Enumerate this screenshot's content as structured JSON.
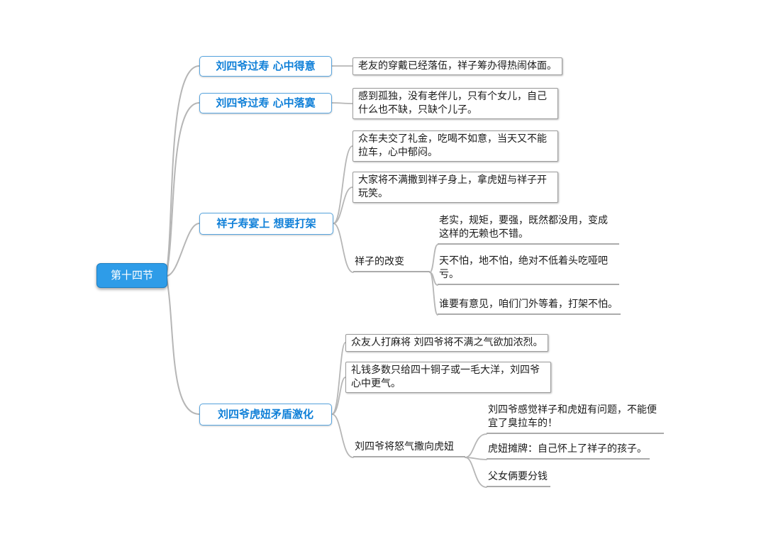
{
  "colors": {
    "root_fill": "#2E9CE8",
    "branch_border": "#57A4DE",
    "branch_text": "#1080D8",
    "leaf_border": "#9B9B9B",
    "connector": "#B6B6B6",
    "body_text": "#1A1A1A",
    "background": "#FFFFFF"
  },
  "mindmap": {
    "root": {
      "label": "第十四节"
    },
    "branches": [
      {
        "label": "刘四爷过寿 心中得意",
        "children": [
          {
            "text": "老友的穿戴已经落伍，祥子筹办得热闹体面。"
          }
        ]
      },
      {
        "label": "刘四爷过寿 心中落寞",
        "children": [
          {
            "text": "感到孤独，没有老伴儿，只有个女儿，自己什么也不缺，只缺个儿子。"
          }
        ]
      },
      {
        "label": "祥子寿宴上 想要打架",
        "children": [
          {
            "text": "众车夫交了礼金，吃喝不如意，当天又不能拉车，心中郁闷。"
          },
          {
            "text": "大家将不满撒到祥子身上，拿虎妞与祥子开玩笑。"
          },
          {
            "text": "祥子的改变",
            "children": [
              {
                "text": "老实，规矩，要强，既然都没用，变成这样的无赖也不错。"
              },
              {
                "text": "天不怕，地不怕，绝对不低着头吃哑吧亏。"
              },
              {
                "text": "谁要有意见，咱们门外等着，打架不怕。"
              }
            ]
          }
        ]
      },
      {
        "label": "刘四爷虎妞矛盾激化",
        "children": [
          {
            "text": "众友人打麻将 刘四爷将不满之气欲加浓烈。"
          },
          {
            "text": "礼钱多数只给四十铜子或一毛大洋，刘四爷心中更气。"
          },
          {
            "text": "刘四爷将怒气撒向虎妞",
            "children": [
              {
                "text": "刘四爷感觉祥子和虎妞有问题，不能便宜了臭拉车的！"
              },
              {
                "text": "虎妞摊牌：自己怀上了祥子的孩子。"
              },
              {
                "text": "父女俩要分钱"
              }
            ]
          }
        ]
      }
    ]
  }
}
